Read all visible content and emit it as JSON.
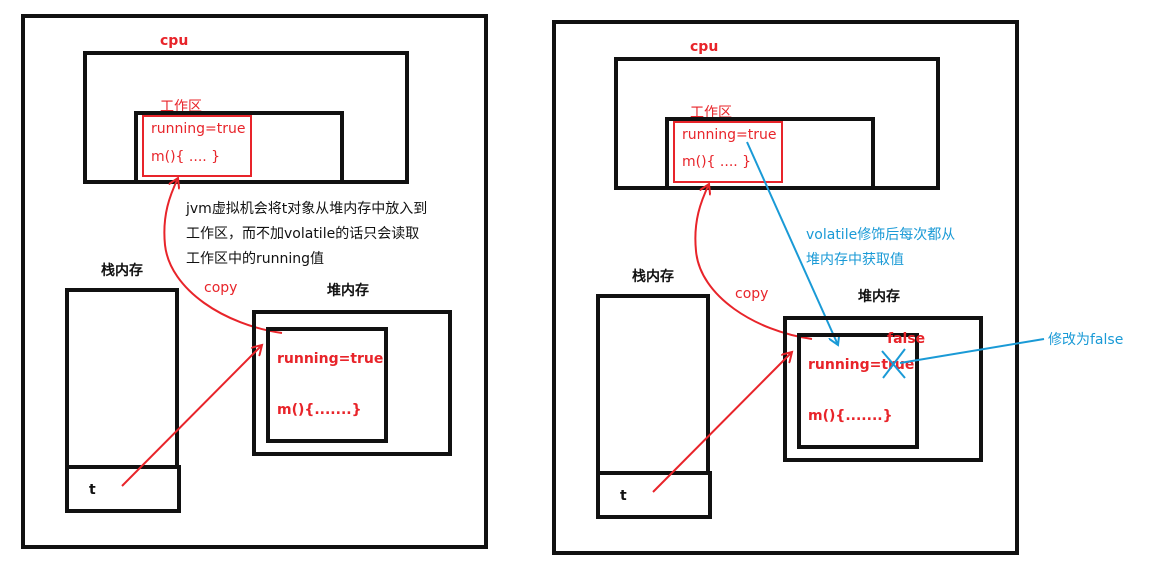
{
  "left": {
    "cpu_label": "cpu",
    "work_area_label": "工作区",
    "work_line1": "running=true",
    "work_line2": "m(){ .... }",
    "note_line1": "jvm虚拟机会将t对象从堆内存中放入到",
    "note_line2": "工作区，而不加volatile的话只会读取",
    "note_line3": "工作区中的running值",
    "copy_label": "copy",
    "stack_label": "栈内存",
    "heap_label": "堆内存",
    "heap_line1": "running=true",
    "heap_line2": "m(){.......}",
    "t_label": "t"
  },
  "right": {
    "cpu_label": "cpu",
    "work_area_label": "工作区",
    "work_line1": "running=true",
    "work_line2": "m(){ .... }",
    "volatile_note_line1": "volatile修饰后每次都从",
    "volatile_note_line2": "堆内存中获取值",
    "copy_label": "copy",
    "stack_label": "栈内存",
    "heap_label": "堆内存",
    "false_label": "false",
    "heap_line1": "running=true",
    "heap_line2": "m(){.......}",
    "modify_label": "修改为false",
    "t_label": "t"
  },
  "colors": {
    "outline": "#111111",
    "accent_red": "#e8242a",
    "accent_blue": "#1a9ad6"
  }
}
